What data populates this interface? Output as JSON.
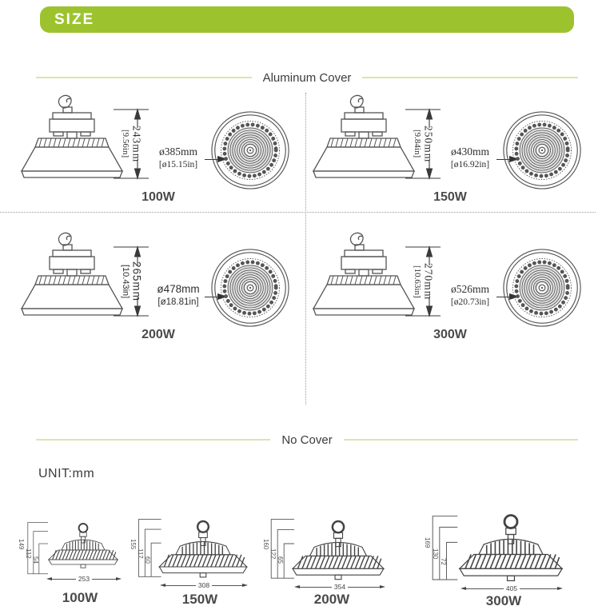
{
  "header": {
    "title": "SIZE"
  },
  "sections": {
    "aluminum_cover": {
      "title": "Aluminum Cover"
    },
    "no_cover": {
      "title": "No Cover",
      "unit_label": "UNIT:mm"
    }
  },
  "covered_models": [
    {
      "watt": "100W",
      "height_mm": "243mm",
      "height_in": "[9.56in]",
      "dia_mm": "ø385mm",
      "dia_in": "[ø15.15in]"
    },
    {
      "watt": "150W",
      "height_mm": "250mm",
      "height_in": "[9.84in]",
      "dia_mm": "ø430mm",
      "dia_in": "[ø16.92in]"
    },
    {
      "watt": "200W",
      "height_mm": "265mm",
      "height_in": "[10.43in]",
      "dia_mm": "ø478mm",
      "dia_in": "[ø18.81in]"
    },
    {
      "watt": "300W",
      "height_mm": "270mm",
      "height_in": "[10.63in]",
      "dia_mm": "ø526mm",
      "dia_in": "[ø20.73in]"
    }
  ],
  "no_cover_models": [
    {
      "watt": "100W",
      "total_height": "149",
      "mid_height": "112",
      "body_height": "54",
      "width": "253"
    },
    {
      "watt": "150W",
      "total_height": "155",
      "mid_height": "117",
      "body_height": "60",
      "width": "308"
    },
    {
      "watt": "200W",
      "total_height": "160",
      "mid_height": "122",
      "body_height": "65",
      "width": "354"
    },
    {
      "watt": "300W",
      "total_height": "169",
      "mid_height": "130",
      "body_height": "72",
      "width": "405"
    }
  ],
  "colors": {
    "brand_green": "#9cc32e",
    "heading_line": "#dfe4ab",
    "drawing_line": "#4a4a4a"
  }
}
